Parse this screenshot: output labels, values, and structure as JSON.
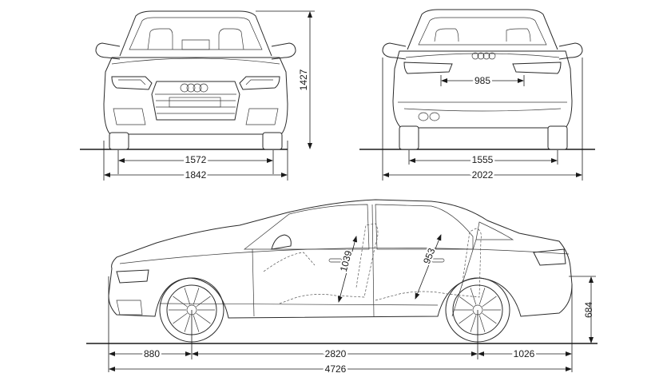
{
  "dimensions": {
    "front_height": "1427",
    "front_track": "1572",
    "front_width": "1842",
    "rear_plate_width": "985",
    "rear_track": "1555",
    "rear_width_mirrors": "2022",
    "front_headroom": "1039",
    "rear_headroom": "953",
    "ground_to_boot": "684",
    "front_overhang": "880",
    "wheelbase": "2820",
    "rear_overhang": "1026",
    "overall_length": "4726"
  }
}
